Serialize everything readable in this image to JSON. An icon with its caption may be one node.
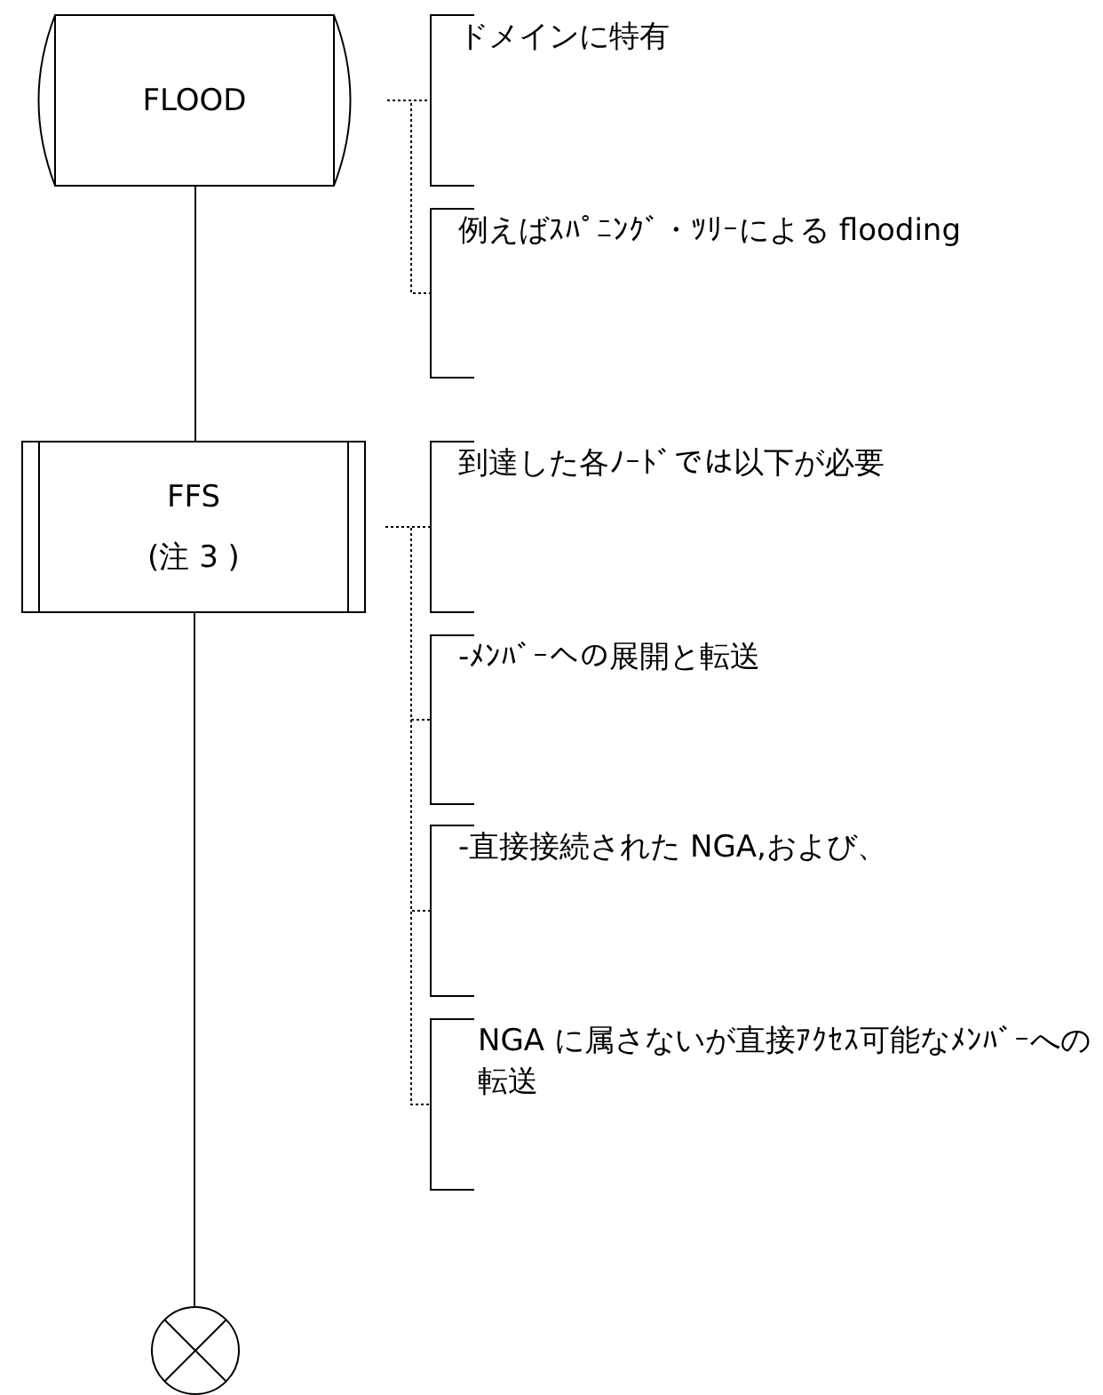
{
  "diagram": {
    "nodes": [
      {
        "text": [
          "FLOOD"
        ]
      },
      {
        "text": [
          "ドメインに特有"
        ]
      },
      {
        "text": [
          "例えばｽﾊﾟﾆﾝｸﾞ・ﾂﾘｰによる flooding"
        ]
      },
      {
        "text": [
          "FFS",
          "(注 3 )"
        ]
      },
      {
        "text": [
          "到達した各ﾉｰﾄﾞでは以下が必要"
        ]
      },
      {
        "text": [
          "-ﾒﾝﾊﾞｰへの展開と転送"
        ]
      },
      {
        "text": [
          "-直接接続された NGA,および、"
        ]
      },
      {
        "text": [
          "NGA に属さないが直接ｱｸｾｽ可能なﾒﾝﾊﾞｰへの転送"
        ]
      },
      {
        "text": [],
        "shape": "circle"
      }
    ],
    "edges": [
      {
        "from": 0,
        "to": 3,
        "arrow": "none"
      },
      {
        "from": 3,
        "to": 8,
        "arrow": "none"
      },
      {
        "from": 0,
        "to": 1,
        "arrow": "none",
        "style": "dashed"
      },
      {
        "from": 0,
        "to": 2,
        "arrow": "none",
        "style": "dashed"
      },
      {
        "from": 3,
        "to": 4,
        "arrow": "none",
        "style": "dashed"
      },
      {
        "from": 3,
        "to": 5,
        "arrow": "none",
        "style": "dashed"
      },
      {
        "from": 3,
        "to": 6,
        "arrow": "none",
        "style": "dashed"
      },
      {
        "from": 3,
        "to": 7,
        "arrow": "none",
        "style": "dashed"
      }
    ]
  }
}
